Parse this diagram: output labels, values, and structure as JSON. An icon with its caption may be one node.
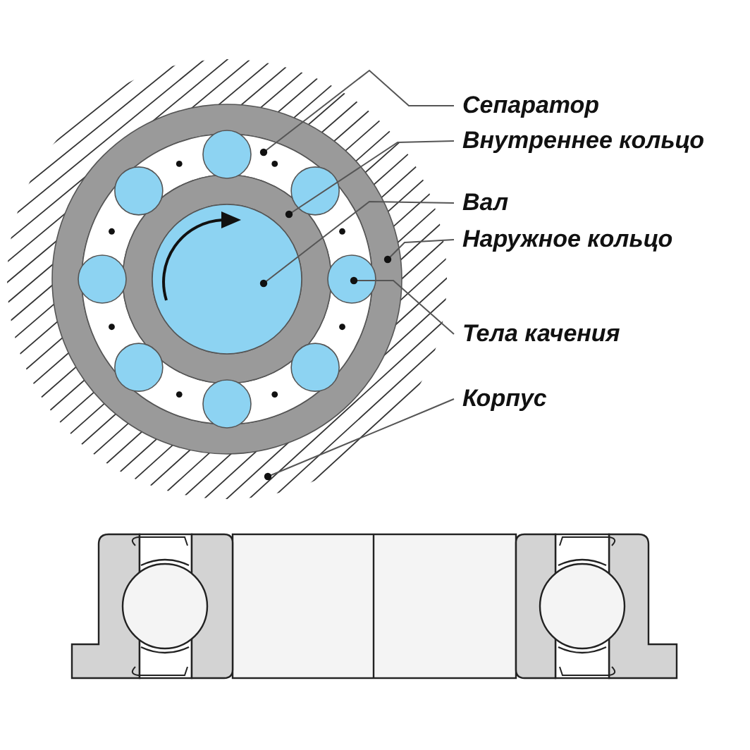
{
  "diagram": {
    "nodes": [
      {
        "text": [
          "Сепаратор"
        ]
      },
      {
        "text": [
          "Внутреннее кольцо"
        ]
      },
      {
        "text": [
          "Вал"
        ]
      },
      {
        "text": [
          "Наружное кольцо"
        ]
      },
      {
        "text": [
          "Тела качения"
        ]
      },
      {
        "text": [
          "Корпус"
        ]
      },
      {
        "text": [],
        "shape": "ring",
        "in": 9
      },
      {
        "text": [],
        "shape": "ring",
        "in": 6
      },
      {
        "text": [],
        "shape": "circle",
        "in": 7
      },
      {
        "text": [],
        "shape": "ring",
        "in": 11
      },
      {
        "text": [],
        "shape": "circle",
        "in": 6
      },
      {
        "text": [],
        "shape": "hatching"
      },
      {
        "text": [],
        "shape": "circle",
        "in": 6
      },
      {
        "text": [],
        "shape": "circle",
        "in": 6
      },
      {
        "text": [],
        "shape": "circle",
        "in": 6
      },
      {
        "text": [],
        "shape": "circle",
        "in": 6
      },
      {
        "text": [],
        "shape": "circle",
        "in": 6
      },
      {
        "text": [],
        "shape": "circle",
        "in": 6
      },
      {
        "text": [],
        "shape": "circle",
        "in": 6
      }
    ],
    "edges": [
      {
        "from": 0,
        "to": 6,
        "arrow": "other"
      },
      {
        "from": 1,
        "to": 7,
        "arrow": "other"
      },
      {
        "from": 2,
        "to": 8,
        "arrow": "other"
      },
      {
        "from": 3,
        "to": 9,
        "arrow": "other"
      },
      {
        "from": 4,
        "to": 10,
        "arrow": "other"
      },
      {
        "from": 5,
        "to": 11,
        "arrow": "other"
      }
    ]
  }
}
